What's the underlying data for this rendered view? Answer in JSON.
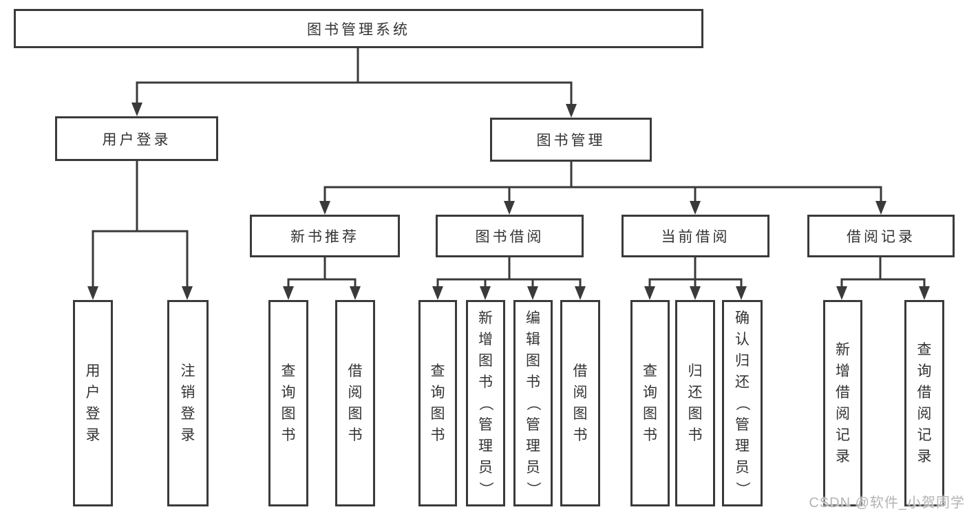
{
  "diagram": {
    "root": {
      "label": "图书管理系统"
    },
    "level1": [
      {
        "label": "用户登录"
      },
      {
        "label": "图书管理"
      }
    ],
    "level2": [
      {
        "label": "新书推荐"
      },
      {
        "label": "图书借阅"
      },
      {
        "label": "当前借阅"
      },
      {
        "label": "借阅记录"
      }
    ],
    "leaves": {
      "user_login": [
        "用户登录",
        "注销登录"
      ],
      "new_book_recommend": [
        "查询图书",
        "借阅图书"
      ],
      "book_borrowing": [
        "查询图书",
        "新增图书（管理员）",
        "编辑图书（管理员）",
        "借阅图书"
      ],
      "current_borrowing": [
        "查询图书",
        "归还图书",
        "确认归还（管理员）"
      ],
      "borrowing_records": [
        "新增借阅记录",
        "查询借阅记录"
      ]
    }
  },
  "watermark": {
    "text": "CSDN @软件_小贺同学"
  },
  "colors": {
    "line": "#3a3a3a",
    "box_border": "#3a3a3a",
    "text": "#333333",
    "background": "#ffffff",
    "watermark": "#b3b3b3"
  }
}
